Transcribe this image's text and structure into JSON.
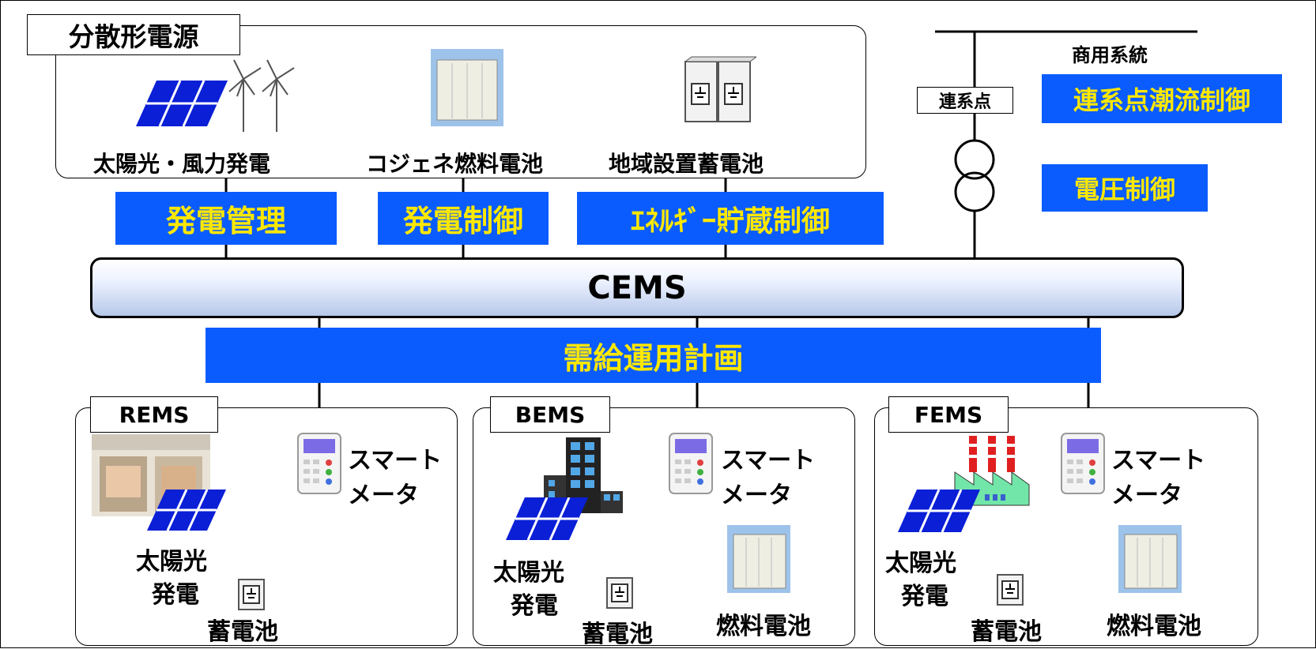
{
  "title": "分散形電源",
  "grid_label": "商用系統",
  "connection_point": "連系点",
  "control_labels": {
    "interconnection_flow": "連系点潮流制御",
    "voltage": "電圧制御",
    "generation_management": "発電管理",
    "generation_control": "発電制御",
    "energy_storage": "ｴﾈﾙｷﾞｰ貯蔵制御",
    "supply_demand": "需給運用計画"
  },
  "cems": "CEMS",
  "sources": {
    "solar_wind": "太陽光・風力発電",
    "cogen_fuel_cell": "コジェネ燃料電池",
    "regional_battery": "地域設置蓄電池"
  },
  "rems": {
    "tag": "REMS",
    "smart_meter_1": "スマート",
    "smart_meter_2": "メータ",
    "solar_1": "太陽光",
    "solar_2": "発電",
    "battery": "蓄電池"
  },
  "bems": {
    "tag": "BEMS",
    "smart_meter_1": "スマート",
    "smart_meter_2": "メータ",
    "solar_1": "太陽光",
    "solar_2": "発電",
    "battery": "蓄電池",
    "fuel_cell": "燃料電池"
  },
  "fems": {
    "tag": "FEMS",
    "smart_meter_1": "スマート",
    "smart_meter_2": "メータ",
    "solar_1": "太陽光",
    "solar_2": "発電",
    "battery": "蓄電池",
    "fuel_cell": "燃料電池"
  },
  "icons": [
    "solar-panel-icon",
    "wind-turbine-icon",
    "fuel-cell-icon",
    "battery-icon",
    "transformer-icon",
    "smart-meter-icon",
    "store-icon",
    "building-icon",
    "factory-icon"
  ],
  "colors": {
    "control_box": "#0b5cff",
    "control_text": "#ffe800",
    "line": "#000000"
  }
}
